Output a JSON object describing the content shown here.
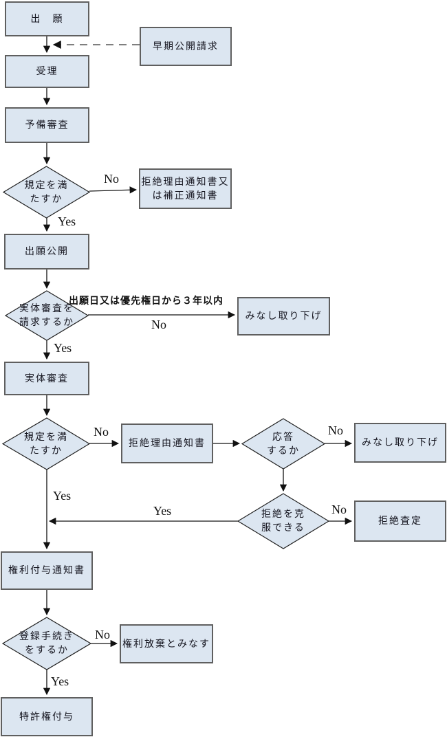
{
  "flowchart": {
    "nodes": {
      "application": "出　願",
      "early_publication_request": "早期公開請求",
      "acceptance": "受理",
      "preliminary_examination": "予備審査",
      "meets_requirements_pre": "規定を満\nたすか",
      "rejection_or_amendment_notice": "拒絶理由通知書又\nは補正通知書",
      "application_publication": "出願公開",
      "request_substantive_examination": "実体審査を\n請求するか",
      "deemed_withdrawal_1": "みなし取り下げ",
      "substantive_examination": "実体審査",
      "meets_requirements_sub": "規定を満\nたすか",
      "rejection_reason_notice": "拒絶理由通知書",
      "respond_question": "応答\nするか",
      "deemed_withdrawal_2": "みなし取り下げ",
      "overcome_rejection_question": "拒絶を克\n服できる",
      "rejection_decision": "拒絶査定",
      "grant_notice": "権利付与通知書",
      "registration_procedure_question": "登録手続き\nをするか",
      "deemed_abandonment": "権利放棄とみなす",
      "patent_grant": "特許権付与"
    },
    "labels": {
      "yes": "Yes",
      "no": "No",
      "deadline_note": "出願日又は優先権日から３年以内"
    },
    "colors": {
      "node_fill": "#dce6f1",
      "node_border": "#5f5f5f",
      "line": "#111111",
      "dashed_line": "#7f7f7f",
      "text": "#14141e"
    }
  }
}
